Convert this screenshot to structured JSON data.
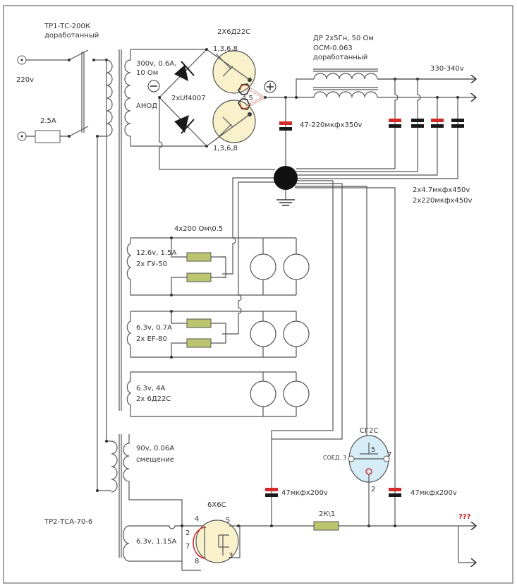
{
  "transformer1": {
    "title": "ТР1-ТС-200К",
    "subtitle": "доработанный"
  },
  "mains": {
    "voltage": "220v",
    "fuse": "2.5А"
  },
  "rectifier": {
    "tubes_label": "2Х6Д22С",
    "winding": "300v, 0.6A,",
    "winding_r": "10 Ом",
    "anode": "АНОД",
    "diodes": "2xUf4007",
    "pins_top": "1,3,6,8",
    "pins_bottom": "1,3,6,8",
    "pins_cathode": "4,5",
    "minus": "−",
    "plus": "+"
  },
  "choke": {
    "line1": "ДР 2х5Гн, 50 Ом",
    "line2": "ОСМ-0.063",
    "line3": "доработанный"
  },
  "output": {
    "voltage": "330-340v"
  },
  "capacitors": {
    "main": "47-220мкфх350v",
    "bank1": "2х4.7мкфх450v",
    "bank2": "2х220мкфх450v",
    "bias1": "47мкфх200v",
    "bias2": "47мкфх200v"
  },
  "heaters": {
    "resistors": "4х200 Ом\\0.5",
    "w1": {
      "v": "12.6v, 1.5A",
      "tubes": "2х ГУ-50"
    },
    "w2": {
      "v": "6.3v, 0.7A",
      "tubes": "2х EF-80"
    },
    "w3": {
      "v": "6.3v, 4A",
      "tubes": "2х 6Д22С"
    }
  },
  "transformer2": {
    "title": "ТР2-ТСА-70-6",
    "bias_winding": "90v, 0.06A",
    "bias_label": "смещение",
    "heater_winding": "6.3v, 1.15A"
  },
  "bias_rectifier": {
    "tube": "6Х6С",
    "pin4": "4",
    "pin2": "2",
    "pin7": "7",
    "pin8": "8",
    "pin5": "5",
    "pin3": "3"
  },
  "stabilizer": {
    "tube": "СГ2С",
    "pin5": "5",
    "pin7": "7",
    "pin2": "2",
    "pin3": "СОЕД. 3"
  },
  "bias_resistor": "2К\\1",
  "bias_output": "???",
  "colors": {
    "cap_positive": "#d42a2a",
    "cap_negative": "#1a1a1a",
    "resistor": "#bcc56e",
    "tube": "#f8f1cc",
    "stabilizer": "#d6ecf7",
    "question": "#c0201c"
  }
}
